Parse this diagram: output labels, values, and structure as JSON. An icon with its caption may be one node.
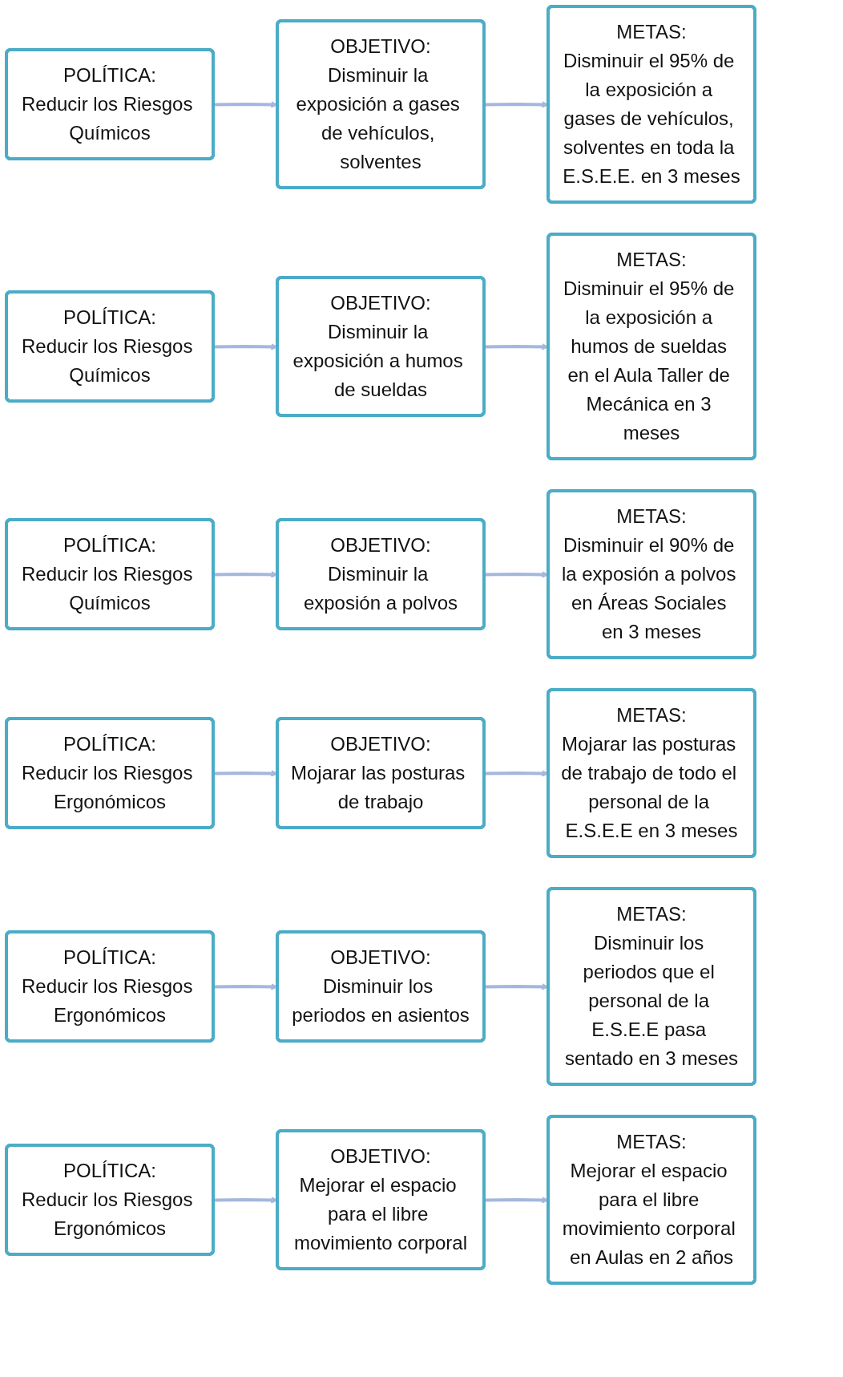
{
  "diagram": {
    "nodes": [
      {
        "text": [
          "POLÍTICA:",
          "Reducir los Riesgos Químicos"
        ]
      },
      {
        "text": [
          "OBJETIVO:",
          "Disminuir la exposición a gases de vehículos, solventes"
        ]
      },
      {
        "text": [
          "METAS:",
          "Disminuir el 95% de la exposición a gases de vehículos, solventes en toda la E.S.E.E. en 3 meses"
        ]
      },
      {
        "text": [
          "POLÍTICA:",
          "Reducir los Riesgos Químicos"
        ]
      },
      {
        "text": [
          "OBJETIVO:",
          "Disminuir la exposición a humos de sueldas"
        ]
      },
      {
        "text": [
          "METAS:",
          "Disminuir el 95% de la exposición a humos de sueldas en el Aula Taller de Mecánica en 3 meses"
        ]
      },
      {
        "text": [
          "POLÍTICA:",
          "Reducir los Riesgos Químicos"
        ]
      },
      {
        "text": [
          "OBJETIVO:",
          "Disminuir la exposión a polvos"
        ]
      },
      {
        "text": [
          "METAS:",
          "Disminuir el 90% de la exposión a polvos en Áreas Sociales en 3 meses"
        ]
      },
      {
        "text": [
          "POLÍTICA:",
          "Reducir los Riesgos Ergonómicos"
        ]
      },
      {
        "text": [
          "OBJETIVO:",
          "Mojarar las posturas de trabajo"
        ]
      },
      {
        "text": [
          "METAS:",
          "Mojarar las posturas de trabajo de todo el personal de la E.S.E.E en 3 meses"
        ]
      },
      {
        "text": [
          "POLÍTICA:",
          "Reducir los Riesgos Ergonómicos"
        ]
      },
      {
        "text": [
          "OBJETIVO:",
          "Disminuir los periodos en asientos"
        ]
      },
      {
        "text": [
          "METAS:",
          "Disminuir los periodos que el personal de la E.S.E.E pasa sentado en 3 meses"
        ]
      },
      {
        "text": [
          "POLÍTICA:",
          "Reducir los Riesgos Ergonómicos"
        ]
      },
      {
        "text": [
          "OBJETIVO:",
          "Mejorar el espacio para el libre movimiento corporal"
        ]
      },
      {
        "text": [
          "METAS:",
          "Mejorar el espacio para el libre movimiento corporal en Aulas en 2 años"
        ]
      }
    ],
    "edges": [
      {
        "from": 0,
        "to": 1,
        "arrow": "to"
      },
      {
        "from": 1,
        "to": 2,
        "arrow": "to"
      },
      {
        "from": 3,
        "to": 4,
        "arrow": "to"
      },
      {
        "from": 4,
        "to": 5,
        "arrow": "to"
      },
      {
        "from": 6,
        "to": 7,
        "arrow": "to"
      },
      {
        "from": 7,
        "to": 8,
        "arrow": "to"
      },
      {
        "from": 9,
        "to": 10,
        "arrow": "to"
      },
      {
        "from": 10,
        "to": 11,
        "arrow": "to"
      },
      {
        "from": 12,
        "to": 13,
        "arrow": "to"
      },
      {
        "from": 13,
        "to": 14,
        "arrow": "to"
      },
      {
        "from": 15,
        "to": 16,
        "arrow": "to"
      },
      {
        "from": 16,
        "to": 17,
        "arrow": "to"
      }
    ]
  }
}
